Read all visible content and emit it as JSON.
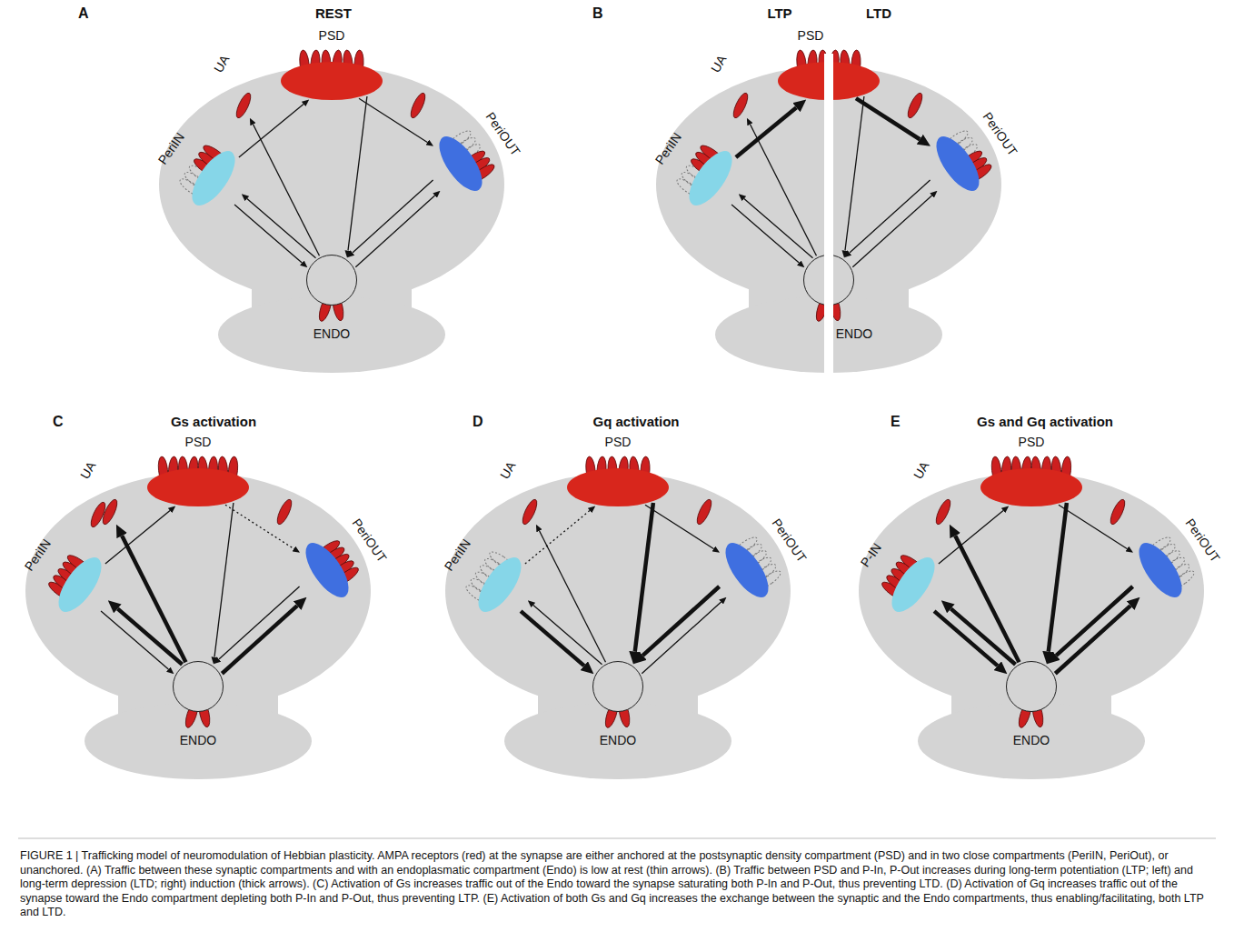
{
  "diagram": {
    "caption": "FIGURE 1 | Trafficking model of neuromodulation of Hebbian plasticity. AMPA receptors (red) at the synapse are either anchored at the postsynaptic density compartment (PSD) and in two close compartments (PeriIN, PeriOut), or unanchored. (A) Traffic between these synaptic compartments and with an endoplasmatic compartment (Endo) is low at rest (thin arrows). (B) Traffic between PSD and P-In, P-Out increases during long-term potentiation (LTP; left) and long-term depression (LTD; right) induction (thick arrows). (C) Activation of Gs increases traffic out of the Endo toward the synapse saturating both P-In and P-Out, thus preventing LTD. (D) Activation of Gq increases traffic out of the synapse toward the Endo compartment depleting both P-In and P-Out, thus preventing LTP. (E) Activation of both Gs and Gq increases the exchange between the synaptic and the Endo compartments, thus enabling/facilitating, both LTP and LTD.",
    "nodes": [
      {
        "text": [
          "A",
          "REST"
        ]
      },
      {
        "text": [
          "PeriIN"
        ],
        "in": 0
      },
      {
        "text": [
          "UA"
        ],
        "in": 0
      },
      {
        "text": [
          "PSD"
        ],
        "in": 0
      },
      {
        "text": [
          "PeriOUT"
        ],
        "in": 0
      },
      {
        "text": [
          "ENDO"
        ],
        "in": 0
      },
      {
        "text": [
          "B",
          "LTP",
          "LTD"
        ]
      },
      {
        "text": [
          "PeriIN"
        ],
        "in": 6
      },
      {
        "text": [
          "UA"
        ],
        "in": 6
      },
      {
        "text": [
          "PSD"
        ],
        "in": 6
      },
      {
        "text": [
          "PeriOUT"
        ],
        "in": 6
      },
      {
        "text": [
          "ENDO"
        ],
        "in": 6
      },
      {
        "text": [
          "C",
          "Gs activation"
        ]
      },
      {
        "text": [
          "PeriIN"
        ],
        "in": 12
      },
      {
        "text": [
          "UA"
        ],
        "in": 12
      },
      {
        "text": [
          "PSD"
        ],
        "in": 12
      },
      {
        "text": [
          "PeriOUT"
        ],
        "in": 12
      },
      {
        "text": [
          "ENDO"
        ],
        "in": 12
      },
      {
        "text": [
          "D",
          "Gq activation"
        ]
      },
      {
        "text": [
          "PeriIN"
        ],
        "in": 18
      },
      {
        "text": [
          "UA"
        ],
        "in": 18
      },
      {
        "text": [
          "PSD"
        ],
        "in": 18
      },
      {
        "text": [
          "PeriOUT"
        ],
        "in": 18
      },
      {
        "text": [
          "ENDO"
        ],
        "in": 18
      },
      {
        "text": [
          "E",
          "Gs and Gq activation"
        ]
      },
      {
        "text": [
          "P-IN"
        ],
        "in": 24
      },
      {
        "text": [
          "UA"
        ],
        "in": 24
      },
      {
        "text": [
          "PSD"
        ],
        "in": 24
      },
      {
        "text": [
          "PeriOUT"
        ],
        "in": 24
      },
      {
        "text": [
          "ENDO"
        ],
        "in": 24
      }
    ],
    "edges": [
      {
        "from": 1,
        "to": 3,
        "arrow": "to"
      },
      {
        "from": 3,
        "to": 4,
        "arrow": "to"
      },
      {
        "from": 5,
        "to": 1,
        "arrow": "to"
      },
      {
        "from": 1,
        "to": 5,
        "arrow": "to"
      },
      {
        "from": 5,
        "to": 2,
        "arrow": "to"
      },
      {
        "from": 3,
        "to": 5,
        "arrow": "to"
      },
      {
        "from": 5,
        "to": 4,
        "arrow": "to"
      },
      {
        "from": 4,
        "to": 5,
        "arrow": "to"
      },
      {
        "from": 7,
        "to": 9,
        "arrow": "to"
      },
      {
        "from": 9,
        "to": 10,
        "arrow": "to"
      },
      {
        "from": 11,
        "to": 7,
        "arrow": "to"
      },
      {
        "from": 7,
        "to": 11,
        "arrow": "to"
      },
      {
        "from": 11,
        "to": 8,
        "arrow": "to"
      },
      {
        "from": 9,
        "to": 11,
        "arrow": "to"
      },
      {
        "from": 11,
        "to": 10,
        "arrow": "to"
      },
      {
        "from": 10,
        "to": 11,
        "arrow": "to"
      },
      {
        "from": 13,
        "to": 15,
        "arrow": "to"
      },
      {
        "from": 15,
        "to": 16,
        "arrow": "to"
      },
      {
        "from": 17,
        "to": 13,
        "arrow": "to"
      },
      {
        "from": 13,
        "to": 17,
        "arrow": "to"
      },
      {
        "from": 17,
        "to": 14,
        "arrow": "to"
      },
      {
        "from": 15,
        "to": 17,
        "arrow": "to"
      },
      {
        "from": 17,
        "to": 16,
        "arrow": "to"
      },
      {
        "from": 16,
        "to": 17,
        "arrow": "to"
      },
      {
        "from": 19,
        "to": 21,
        "arrow": "to"
      },
      {
        "from": 21,
        "to": 22,
        "arrow": "to"
      },
      {
        "from": 23,
        "to": 19,
        "arrow": "to"
      },
      {
        "from": 19,
        "to": 23,
        "arrow": "to"
      },
      {
        "from": 23,
        "to": 20,
        "arrow": "to"
      },
      {
        "from": 21,
        "to": 23,
        "arrow": "to"
      },
      {
        "from": 23,
        "to": 22,
        "arrow": "to"
      },
      {
        "from": 22,
        "to": 23,
        "arrow": "to"
      },
      {
        "from": 25,
        "to": 27,
        "arrow": "to"
      },
      {
        "from": 27,
        "to": 28,
        "arrow": "to"
      },
      {
        "from": 29,
        "to": 25,
        "arrow": "to"
      },
      {
        "from": 25,
        "to": 29,
        "arrow": "to"
      },
      {
        "from": 29,
        "to": 26,
        "arrow": "to"
      },
      {
        "from": 27,
        "to": 29,
        "arrow": "to"
      },
      {
        "from": 29,
        "to": 28,
        "arrow": "to"
      },
      {
        "from": 28,
        "to": 29,
        "arrow": "to"
      }
    ]
  }
}
